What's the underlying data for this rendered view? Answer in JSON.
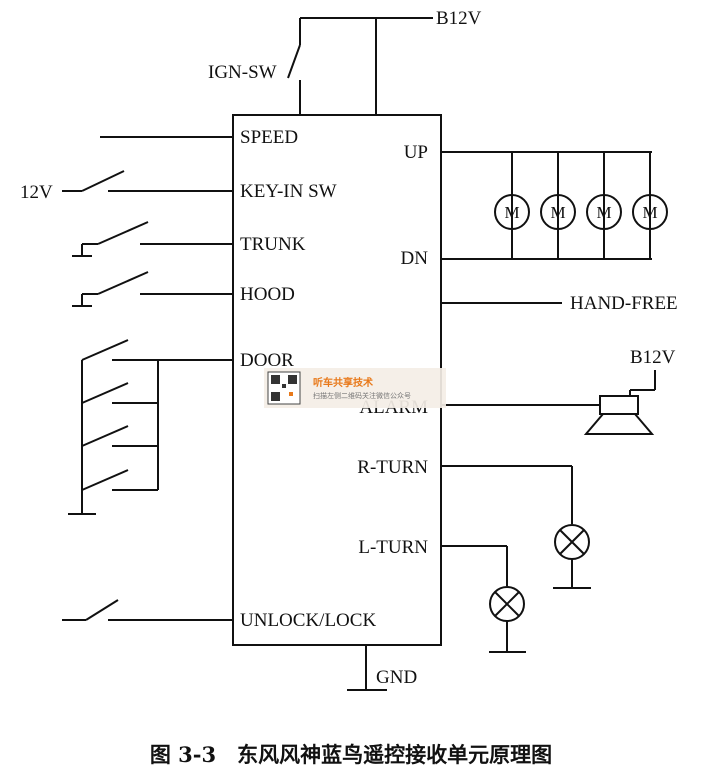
{
  "supply": {
    "top_label": "B12V",
    "ign_label": "IGN-SW",
    "input_12v_label": "12V"
  },
  "left_pins": [
    "SPEED",
    "KEY-IN SW",
    "TRUNK",
    "HOOD",
    "DOOR",
    "UNLOCK/LOCK"
  ],
  "right_pins": {
    "up": "UP",
    "dn": "DN",
    "alarm": "ALARM",
    "r_turn": "R-TURN",
    "l_turn": "L-TURN"
  },
  "motors": [
    "M",
    "M",
    "M",
    "M"
  ],
  "hands_free_label": "HAND-FREE",
  "siren_supply_label": "B12V",
  "gnd_label": "GND",
  "caption": "图 3-3　东风风神蓝鸟遥控接收单元原理图",
  "watermark": {
    "title": "听车共享技术",
    "subtitle": "扫描左侧二维码关注微信公众号",
    "accent_color": "#e8791a"
  }
}
